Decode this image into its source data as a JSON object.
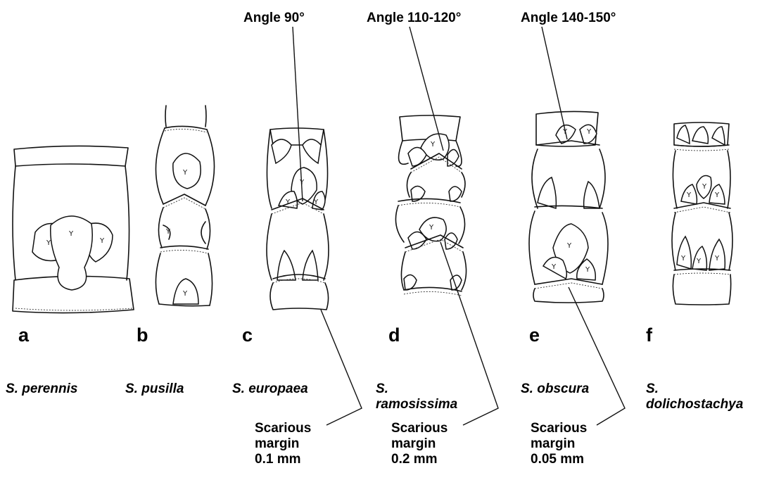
{
  "angles": [
    {
      "text": "Angle 90°"
    },
    {
      "text": "Angle 110-120°"
    },
    {
      "text": "Angle 140-150°"
    }
  ],
  "panels": [
    {
      "letter": "a",
      "species_line1": "S. perennis",
      "species_line2": ""
    },
    {
      "letter": "b",
      "species_line1": "S. pusilla",
      "species_line2": ""
    },
    {
      "letter": "c",
      "species_line1": "S. europaea",
      "species_line2": ""
    },
    {
      "letter": "d",
      "species_line1": "S.",
      "species_line2": "ramosissima"
    },
    {
      "letter": "e",
      "species_line1": "S. obscura",
      "species_line2": ""
    },
    {
      "letter": "f",
      "species_line1": "S.",
      "species_line2": "dolichostachya"
    }
  ],
  "margins": [
    {
      "line1": "Scarious",
      "line2": "margin",
      "line3": "0.1 mm"
    },
    {
      "line1": "Scarious",
      "line2": "margin",
      "line3": "0.2 mm"
    },
    {
      "line1": "Scarious",
      "line2": "margin",
      "line3": "0.05 mm"
    }
  ],
  "flower_mark": "Y"
}
